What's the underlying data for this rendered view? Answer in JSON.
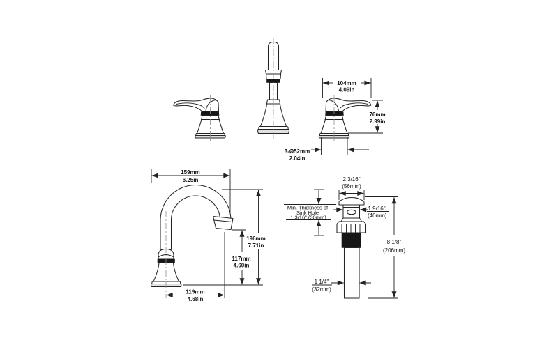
{
  "drawing": {
    "type": "faucet-installation-dimension-diagram",
    "dims": {
      "handle_width": {
        "mm": "104mm",
        "inch": "4.09in"
      },
      "handle_height": {
        "mm": "76mm",
        "inch": "2.99in"
      },
      "base_dia": {
        "mm": "3-Ø52mm",
        "inch": "2.04in"
      },
      "spout_reach": {
        "mm": "159mm",
        "inch": "6.25in"
      },
      "spout_height": {
        "mm": "196mm",
        "inch": "7.71in"
      },
      "outlet_height": {
        "mm": "117mm",
        "inch": "4.60in"
      },
      "outlet_reach": {
        "mm": "119mm",
        "inch": "4.68in"
      },
      "drain_cap_dia": {
        "inch": "2 3/16\"",
        "mm": "(56mm)"
      },
      "drain_body_dia": {
        "inch": "1 9/16\"",
        "mm": "(40mm)"
      },
      "sink_hole": {
        "line1": "Min. Thickness of",
        "line2": "Sink Hole",
        "line3": "1 3/16\" (30mm)"
      },
      "drain_length": {
        "inch": "8 1/8\"",
        "mm": "(206mm)"
      },
      "pipe_dia": {
        "inch": "1 1/4\"",
        "mm": "(32mm)"
      }
    }
  }
}
